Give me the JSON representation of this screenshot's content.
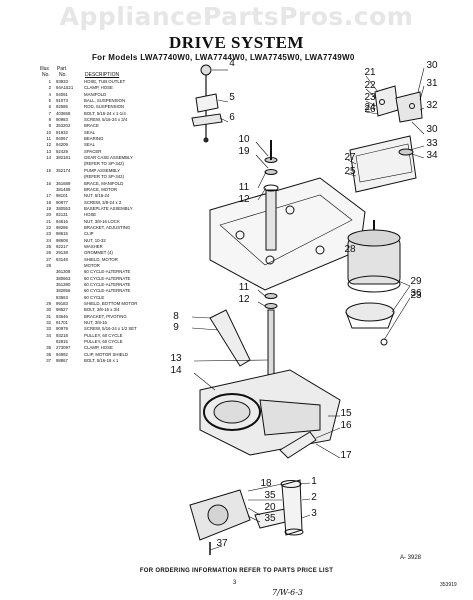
{
  "watermark": "AppliancePartsPros.com",
  "title": "DRIVE SYSTEM",
  "subtitle": "For Models LWA7740W0, LWA7744W0, LWA7745W0, LWA7749W0",
  "table_header": {
    "illus_line1": "Illus",
    "illus_line2": "No.",
    "part_line1": "Part",
    "part_line2": "No.",
    "description": "DESCRIPTION"
  },
  "parts": [
    {
      "illus": "1",
      "part": "93933",
      "desc": "HOSE, TUB OUTLET"
    },
    {
      "illus": "2",
      "part": "94A1521",
      "desc": "CLAMP, HOSE"
    },
    {
      "illus": "4",
      "part": "94091",
      "desc": "MANIFOLD"
    },
    {
      "illus": "5",
      "part": "91073",
      "desc": "BALL, SUSPENSION"
    },
    {
      "illus": "6",
      "part": "92586",
      "desc": "ROD, SUSPENSION"
    },
    {
      "illus": "7",
      "part": "403658",
      "desc": "BOLT, 5/16-24 x 1-1/4"
    },
    {
      "illus": "8",
      "part": "90983",
      "desc": "SCREW, 5/16-24 x 3/4"
    },
    {
      "illus": "9",
      "part": "353202",
      "desc": "BRACE"
    },
    {
      "illus": "10",
      "part": "91932",
      "desc": "SEAL"
    },
    {
      "illus": "11",
      "part": "94067",
      "desc": "BEARING"
    },
    {
      "illus": "12",
      "part": "94209",
      "desc": "SEAL"
    },
    {
      "illus": "13",
      "part": "92429",
      "desc": "SPACER"
    },
    {
      "illus": "14",
      "part": "382181",
      "desc": "GEAR CASE ASSEMBLY"
    },
    {
      "illus": "",
      "part": "",
      "desc": "(REFER TO SP-342)"
    },
    {
      "illus": "15",
      "part": "352174",
      "desc": "PUMP ASSEMBLY"
    },
    {
      "illus": "",
      "part": "",
      "desc": "(REFER TO SP-342)"
    },
    {
      "illus": "16",
      "part": "351689",
      "desc": "BRACE, MANIFOLD"
    },
    {
      "illus": "",
      "part": "381489",
      "desc": "BRACE, MOTOR"
    },
    {
      "illus": "17",
      "part": "98101",
      "desc": "NUT, 5/16-24"
    },
    {
      "illus": "18",
      "part": "90877",
      "desc": "SCREW, 3/8-24 x 2"
    },
    {
      "illus": "19",
      "part": "380553",
      "desc": "BASEPLATE ASSEMBLY"
    },
    {
      "illus": "20",
      "part": "92131",
      "desc": "HOSE"
    },
    {
      "illus": "21",
      "part": "94616",
      "desc": "NUT, 3/8-16 LOCK"
    },
    {
      "illus": "22",
      "part": "98286",
      "desc": "BRACKET, ADJUSTING"
    },
    {
      "illus": "23",
      "part": "98615",
      "desc": "CLIP"
    },
    {
      "illus": "24",
      "part": "98608",
      "desc": "NUT, 10-32"
    },
    {
      "illus": "25",
      "part": "92217",
      "desc": "WASHER"
    },
    {
      "illus": "26",
      "part": "29138",
      "desc": "GROMMET (4)"
    },
    {
      "illus": "27",
      "part": "93148",
      "desc": "SHIELD, MOTOR"
    },
    {
      "illus": "28",
      "part": "",
      "desc": "MOTOR"
    },
    {
      "illus": "",
      "part": "361308",
      "desc": "60 CYCLE-ALTERNATE"
    },
    {
      "illus": "",
      "part": "380663",
      "desc": "60 CYCLE-ALTERNATE"
    },
    {
      "illus": "",
      "part": "351390",
      "desc": "60 CYCLE-ALTERNATE"
    },
    {
      "illus": "",
      "part": "382856",
      "desc": "60 CYCLE-ALTERNATE"
    },
    {
      "illus": "",
      "part": "83563",
      "desc": "60 CYCLE"
    },
    {
      "illus": "29",
      "part": "99183",
      "desc": "SHIELD, BOTTOM MOTOR"
    },
    {
      "illus": "30",
      "part": "98527",
      "desc": "BOLT, 3/8-16 x 3/4"
    },
    {
      "illus": "31",
      "part": "93646",
      "desc": "BRACKET, PIVOTING"
    },
    {
      "illus": "32",
      "part": "91701",
      "desc": "NUT, 3/8-16"
    },
    {
      "illus": "33",
      "part": "90979",
      "desc": "SCREW, 5/16-24 x 1/2 SET"
    },
    {
      "illus": "34",
      "part": "93218",
      "desc": "PULLEY, 60 CYCLE"
    },
    {
      "illus": "",
      "part": "92815",
      "desc": "PULLEY, 60 CYCLE"
    },
    {
      "illus": "35",
      "part": "273097",
      "desc": "CLAMP, HOSE"
    },
    {
      "illus": "36",
      "part": "94992",
      "desc": "CLIP, MOTOR SHIELD"
    },
    {
      "illus": "37",
      "part": "98867",
      "desc": "BOLT, 5/16-18 x 1"
    }
  ],
  "callouts": [
    {
      "label": "4"
    },
    {
      "label": "5"
    },
    {
      "label": "6"
    },
    {
      "label": "10"
    },
    {
      "label": "19"
    },
    {
      "label": "11"
    },
    {
      "label": "12"
    },
    {
      "label": "11"
    },
    {
      "label": "12"
    },
    {
      "label": "8"
    },
    {
      "label": "9"
    },
    {
      "label": "13"
    },
    {
      "label": "14"
    },
    {
      "label": "15"
    },
    {
      "label": "16"
    },
    {
      "label": "17"
    },
    {
      "label": "18"
    },
    {
      "label": "35"
    },
    {
      "label": "20"
    },
    {
      "label": "35"
    },
    {
      "label": "1"
    },
    {
      "label": "2"
    },
    {
      "label": "3"
    },
    {
      "label": "37"
    },
    {
      "label": "21"
    },
    {
      "label": "22"
    },
    {
      "label": "23"
    },
    {
      "label": "24"
    },
    {
      "label": "26"
    },
    {
      "label": "30"
    },
    {
      "label": "31"
    },
    {
      "label": "32"
    },
    {
      "label": "30"
    },
    {
      "label": "33"
    },
    {
      "label": "34"
    },
    {
      "label": "27"
    },
    {
      "label": "25"
    },
    {
      "label": "28"
    },
    {
      "label": "29"
    },
    {
      "label": "36"
    },
    {
      "label": "23"
    }
  ],
  "figure_code": "A- 3928",
  "footer": "FOR ORDERING INFORMATION REFER TO PARTS PRICE LIST",
  "page_number": "3",
  "doc_number": "353919",
  "handwritten": "7/W-6-3"
}
